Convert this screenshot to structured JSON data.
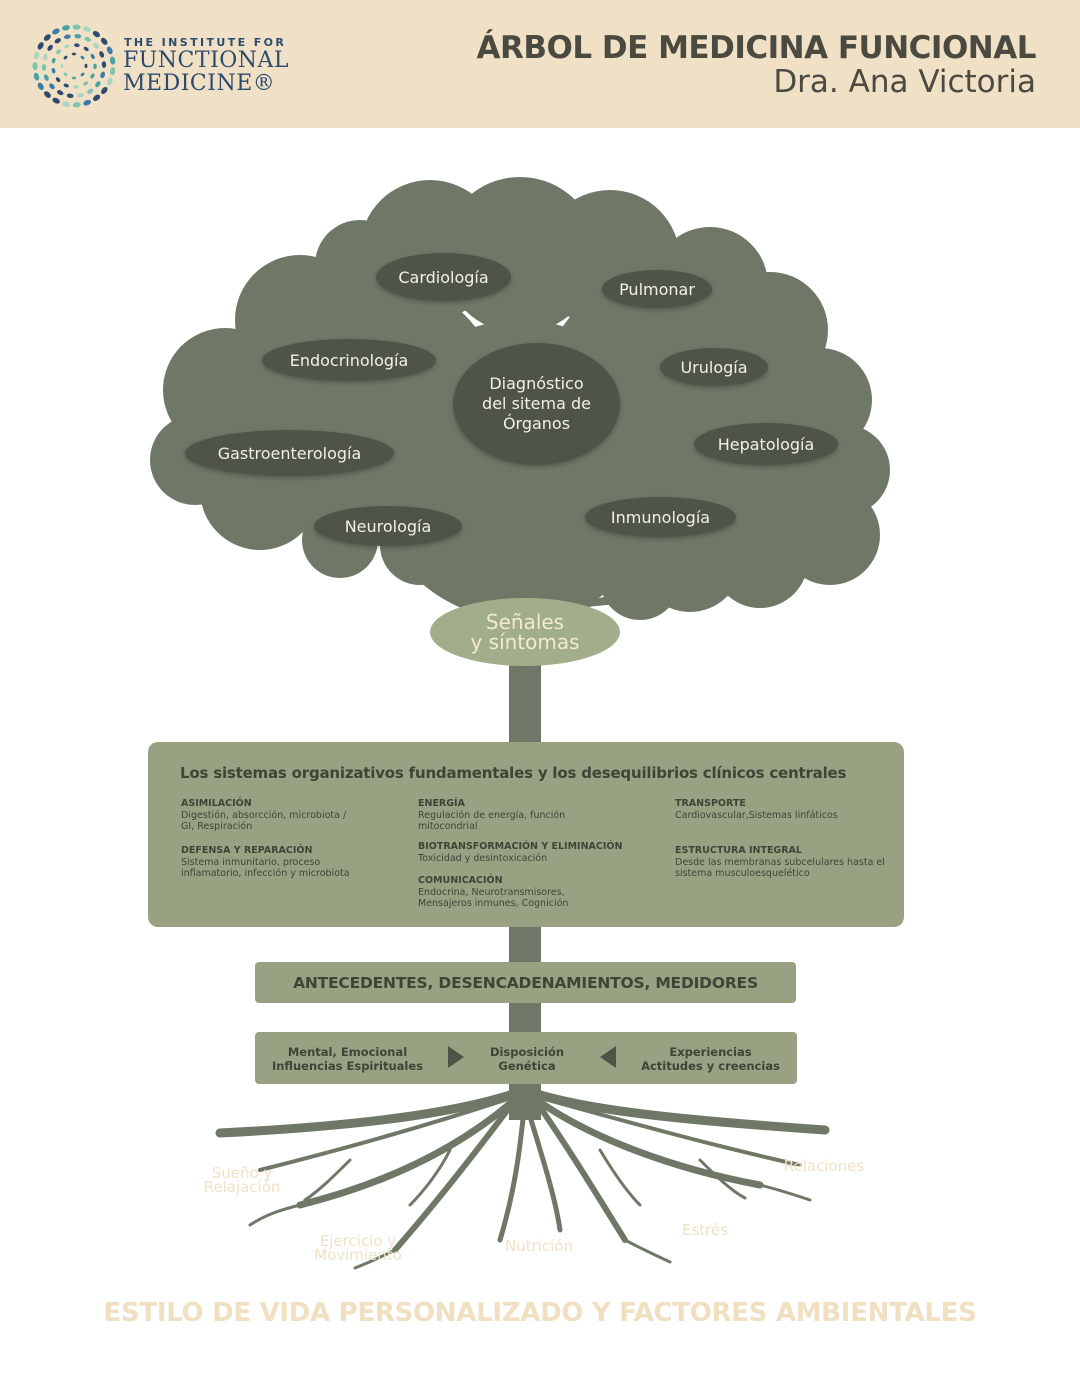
{
  "header": {
    "logo": {
      "line1": "THE INSTITUTE FOR",
      "line2": "FUNCTIONAL",
      "line3": "MEDICINE®"
    },
    "title": "ÁRBOL DE MEDICINA FUNCIONAL",
    "subtitle": "Dra. Ana Victoria"
  },
  "organs": {
    "center": {
      "line1": "Diagnóstico",
      "line2": "del sitema de",
      "line3": "Órganos"
    },
    "cardiologia": "Cardiología",
    "pulmonar": "Pulmonar",
    "endocrinologia": "Endocrinología",
    "urulogia": "Urulogía",
    "gastroenterologia": "Gastroenterología",
    "hepatologia": "Hepatología",
    "neurologia": "Neurología",
    "inmunologia": "Inmunología"
  },
  "signals": {
    "line1": "Señales",
    "line2": "y síntomas"
  },
  "systems_panel": {
    "title": "Los sistemas organizativos fundamentales y los desequilibrios clínicos centrales",
    "items": [
      {
        "heading": "ASIMILACIÓN",
        "text": "Digestión, absorcción, microbiota / GI, Respiración"
      },
      {
        "heading": "DEFENSA Y REPARACIÓN",
        "text": "Sistema inmunitario, proceso inflamatorio, infección y microbiota"
      },
      {
        "heading": "ENERGÍA",
        "text": "Regulación de energía, función mitocondrial"
      },
      {
        "heading": "BIOTRANSFORMACIÓN Y ELIMINACIÓN",
        "text": "Toxicidad y desintoxicación"
      },
      {
        "heading": "COMUNICACIÓN",
        "text": "Endocrina, Neurotransmisores, Mensajeros inmunes, Cognición"
      },
      {
        "heading": "TRANSPORTE",
        "text": "Cardiovascular,Sistemas linfáticos"
      },
      {
        "heading": "ESTRUCTURA INTEGRAL",
        "text": "Desde las membranas subcelulares hasta el sistema musculoesquelético"
      }
    ]
  },
  "antecedents": "ANTECEDENTES, DESENCADENAMIENTOS, MEDIDORES",
  "factors": {
    "left": {
      "line1": "Mental, Emocional",
      "line2": "Influencias Espirituales"
    },
    "center": {
      "line1": "Disposición",
      "line2": "Genética"
    },
    "right": {
      "line1": "Experiencias",
      "line2": "Actitudes y creencias"
    }
  },
  "roots": {
    "sueno": {
      "line1": "Sueño y",
      "line2": "Relajación"
    },
    "ejercicio": {
      "line1": "Ejercicio y",
      "line2": "Movimiento"
    },
    "nutricion": "Nutrición",
    "estres": "Estrés",
    "relaciones": "Relaciones"
  },
  "footer": "ESTILO DE VIDA PERSONALIZADO Y FACTORES AMBIENTALES",
  "colors": {
    "header_bg": "#f0e0c6",
    "tree": "#6f7867",
    "organ_bubble": "#4e5448",
    "panel": "#98a283",
    "signals": "#a2ad8b",
    "footer_text": "#f0dfc0",
    "logo_blue": "#2d4b6e"
  }
}
